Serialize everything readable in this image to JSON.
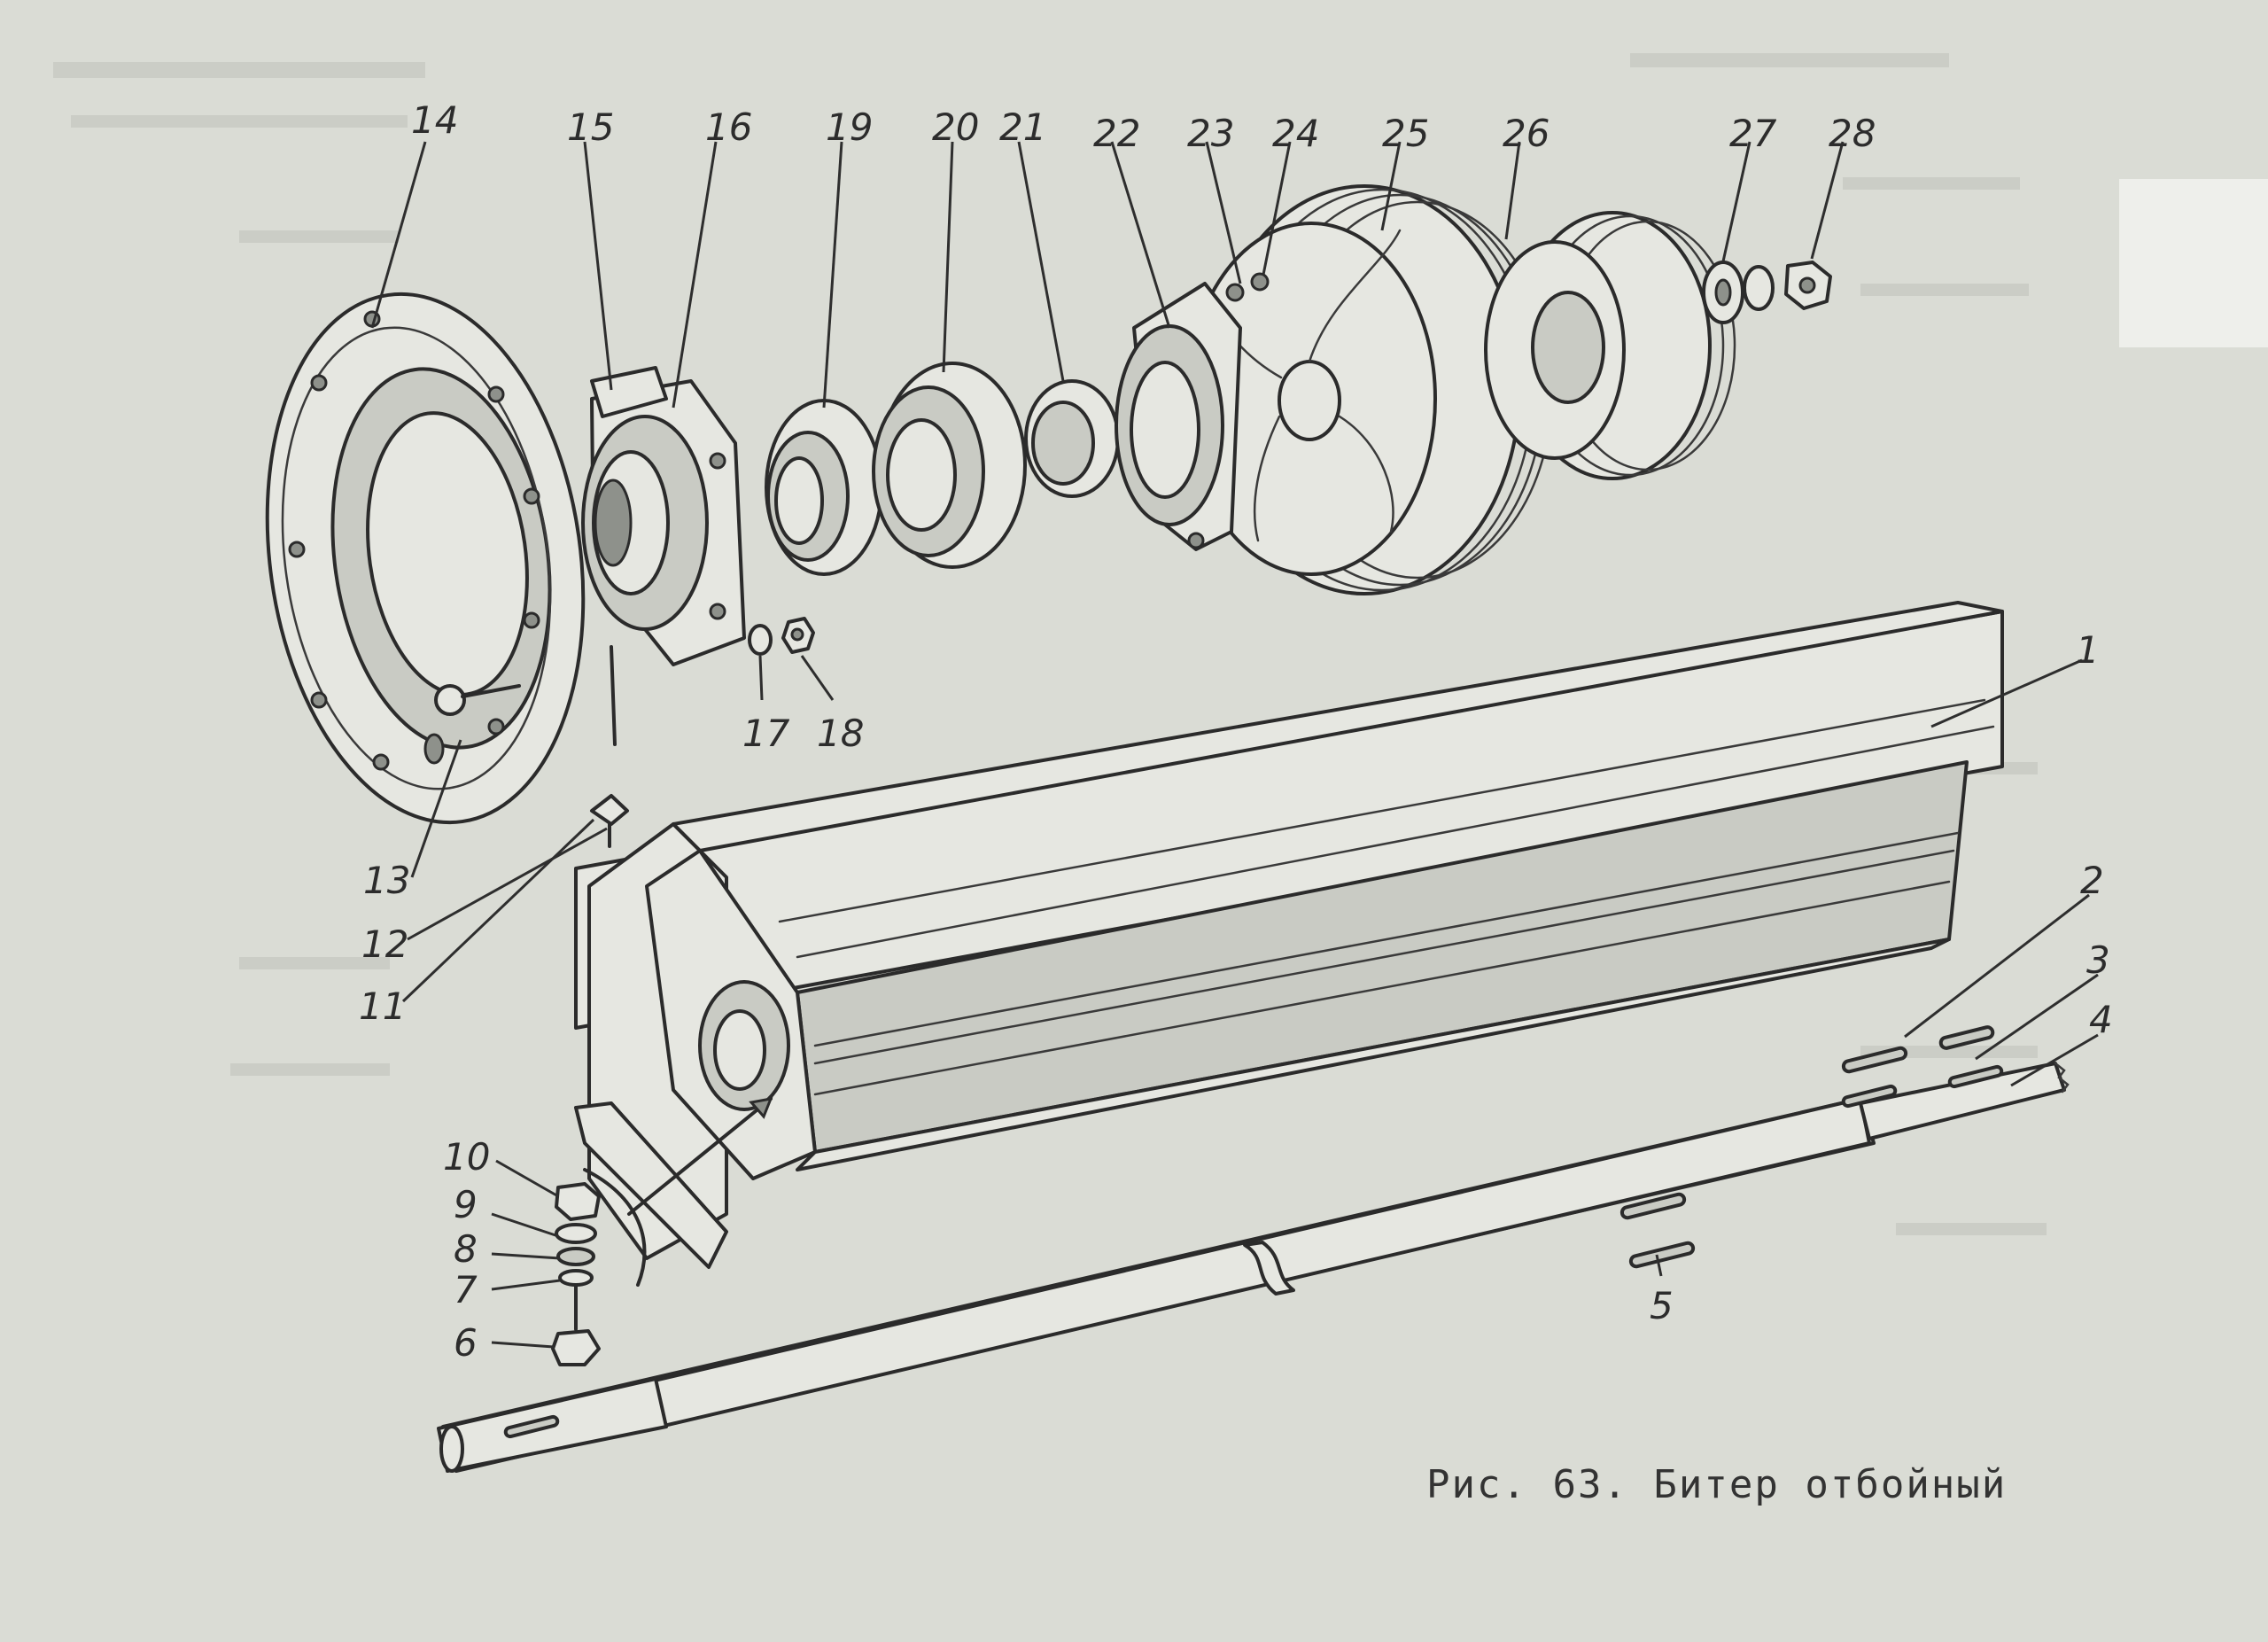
{
  "caption": "Рис. 63. Битер отбойный",
  "part_labels": [
    "1",
    "2",
    "3",
    "4",
    "5",
    "6",
    "7",
    "8",
    "9",
    "10",
    "11",
    "12",
    "13",
    "14",
    "15",
    "16",
    "17",
    "18",
    "19",
    "20",
    "21",
    "22",
    "23",
    "24",
    "25",
    "26",
    "27",
    "28"
  ]
}
